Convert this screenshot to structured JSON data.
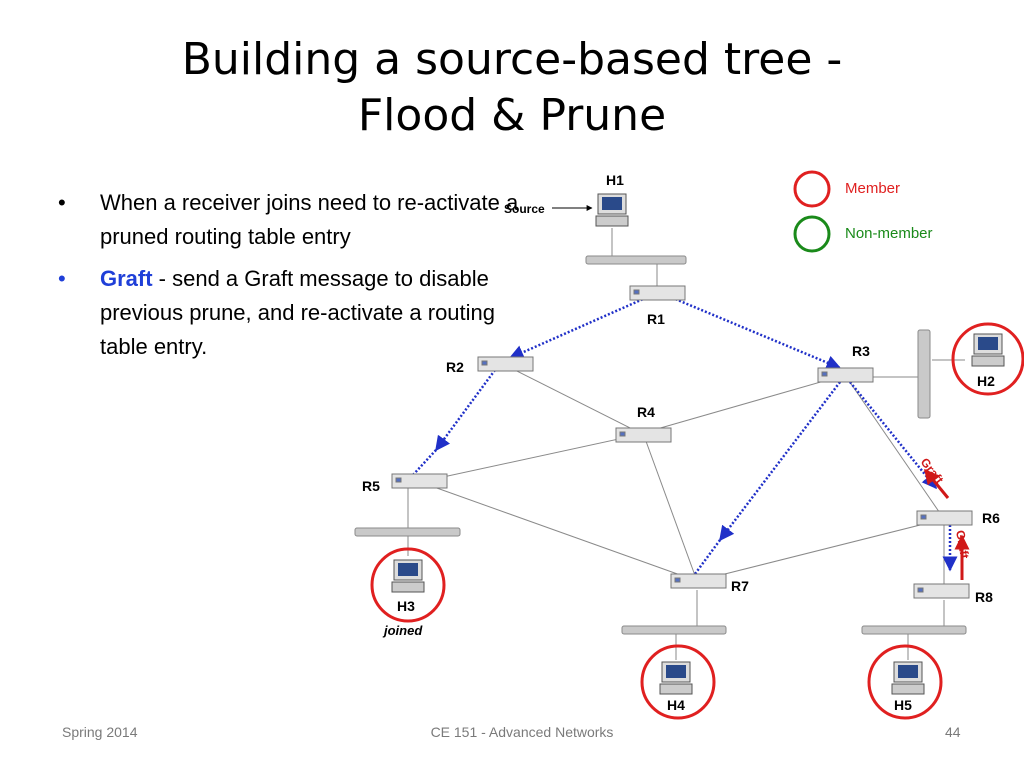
{
  "slide": {
    "title_line1": "Building a source-based tree -",
    "title_line2": "Flood & Prune",
    "bullets": [
      {
        "marker": "•",
        "text": "When a receiver joins need to re-activate a pruned routing table entry"
      },
      {
        "marker": "•",
        "highlight": "Graft",
        "text": " - send a Graft message to disable previous prune, and re-activate a routing table entry."
      }
    ]
  },
  "legend": {
    "member_label": "Member",
    "member_color": "#e02020",
    "nonmember_label": "Non-member",
    "nonmember_color": "#1a8a1a"
  },
  "diagram": {
    "source_label": "Source",
    "joined_label": "joined",
    "graft_label": "Graft",
    "routers": [
      "R1",
      "R2",
      "R3",
      "R4",
      "R5",
      "R6",
      "R7",
      "R8"
    ],
    "hosts": [
      "H1",
      "H2",
      "H3",
      "H4",
      "H5"
    ],
    "flood_color": "#2030c8",
    "graft_color": "#d01818"
  },
  "footer": {
    "left": "Spring 2014",
    "center": "CE 151 - Advanced Networks",
    "page": "44"
  }
}
